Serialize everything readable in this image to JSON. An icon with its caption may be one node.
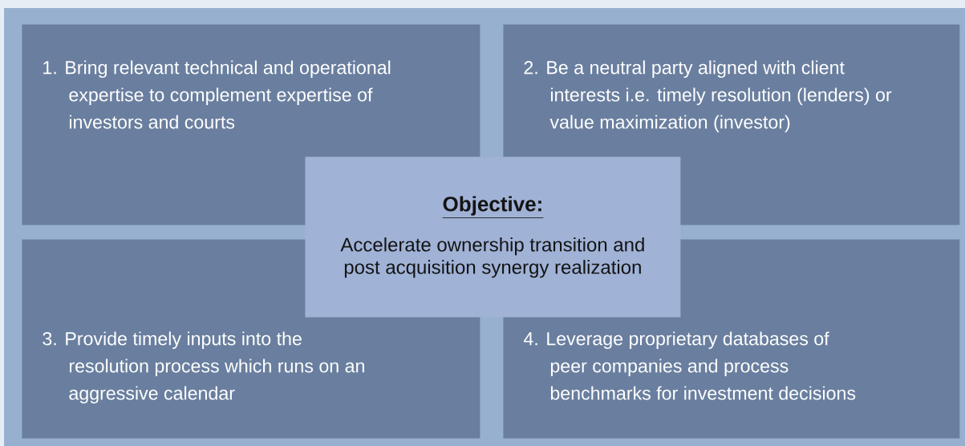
{
  "diagram": {
    "nodes": [
      {
        "text": [
          "1. Bring relevant technical and operational expertise to complement expertise of investors and courts"
        ]
      },
      {
        "text": [
          "2. Be a neutral party aligned with client interests i.e. timely resolution (lenders) or value maximization (investor)"
        ]
      },
      {
        "text": [
          "Objective:",
          "Accelerate ownership transition and post acquisition synergy realization"
        ]
      },
      {
        "text": [
          "3. Provide timely inputs into the resolution process which runs on an aggressive calendar"
        ]
      },
      {
        "text": [
          "4. Leverage proprietary databases of peer companies and process benchmarks for investment decisions"
        ]
      }
    ]
  }
}
